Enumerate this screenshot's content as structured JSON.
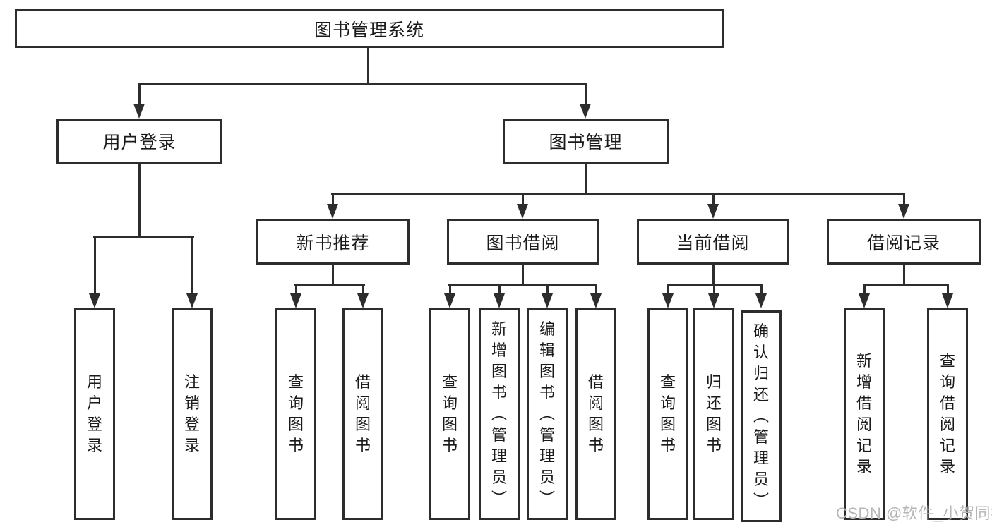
{
  "tree": {
    "label": "图书管理系统",
    "children": [
      {
        "label": "用户登录",
        "children": [
          {
            "label": "用户登录"
          },
          {
            "label": "注销登录"
          }
        ]
      },
      {
        "label": "图书管理",
        "children": [
          {
            "label": "新书推荐",
            "children": [
              {
                "label": "查询图书"
              },
              {
                "label": "借阅图书"
              }
            ]
          },
          {
            "label": "图书借阅",
            "children": [
              {
                "label": "查询图书"
              },
              {
                "label": "新增图书（管理员）"
              },
              {
                "label": "编辑图书（管理员）"
              },
              {
                "label": "借阅图书"
              }
            ]
          },
          {
            "label": "当前借阅",
            "children": [
              {
                "label": "查询图书"
              },
              {
                "label": "归还图书"
              },
              {
                "label": "确认归还（管理员）"
              }
            ]
          },
          {
            "label": "借阅记录",
            "children": [
              {
                "label": "新增借阅记录"
              },
              {
                "label": "查询借阅记录"
              }
            ]
          }
        ]
      }
    ]
  },
  "watermark": "CSDN @软件_小贺同学",
  "colors": {
    "line": "#2d2d2d",
    "text": "#1a1a1a",
    "background": "#ffffff",
    "watermark": "#b5b5b8"
  }
}
